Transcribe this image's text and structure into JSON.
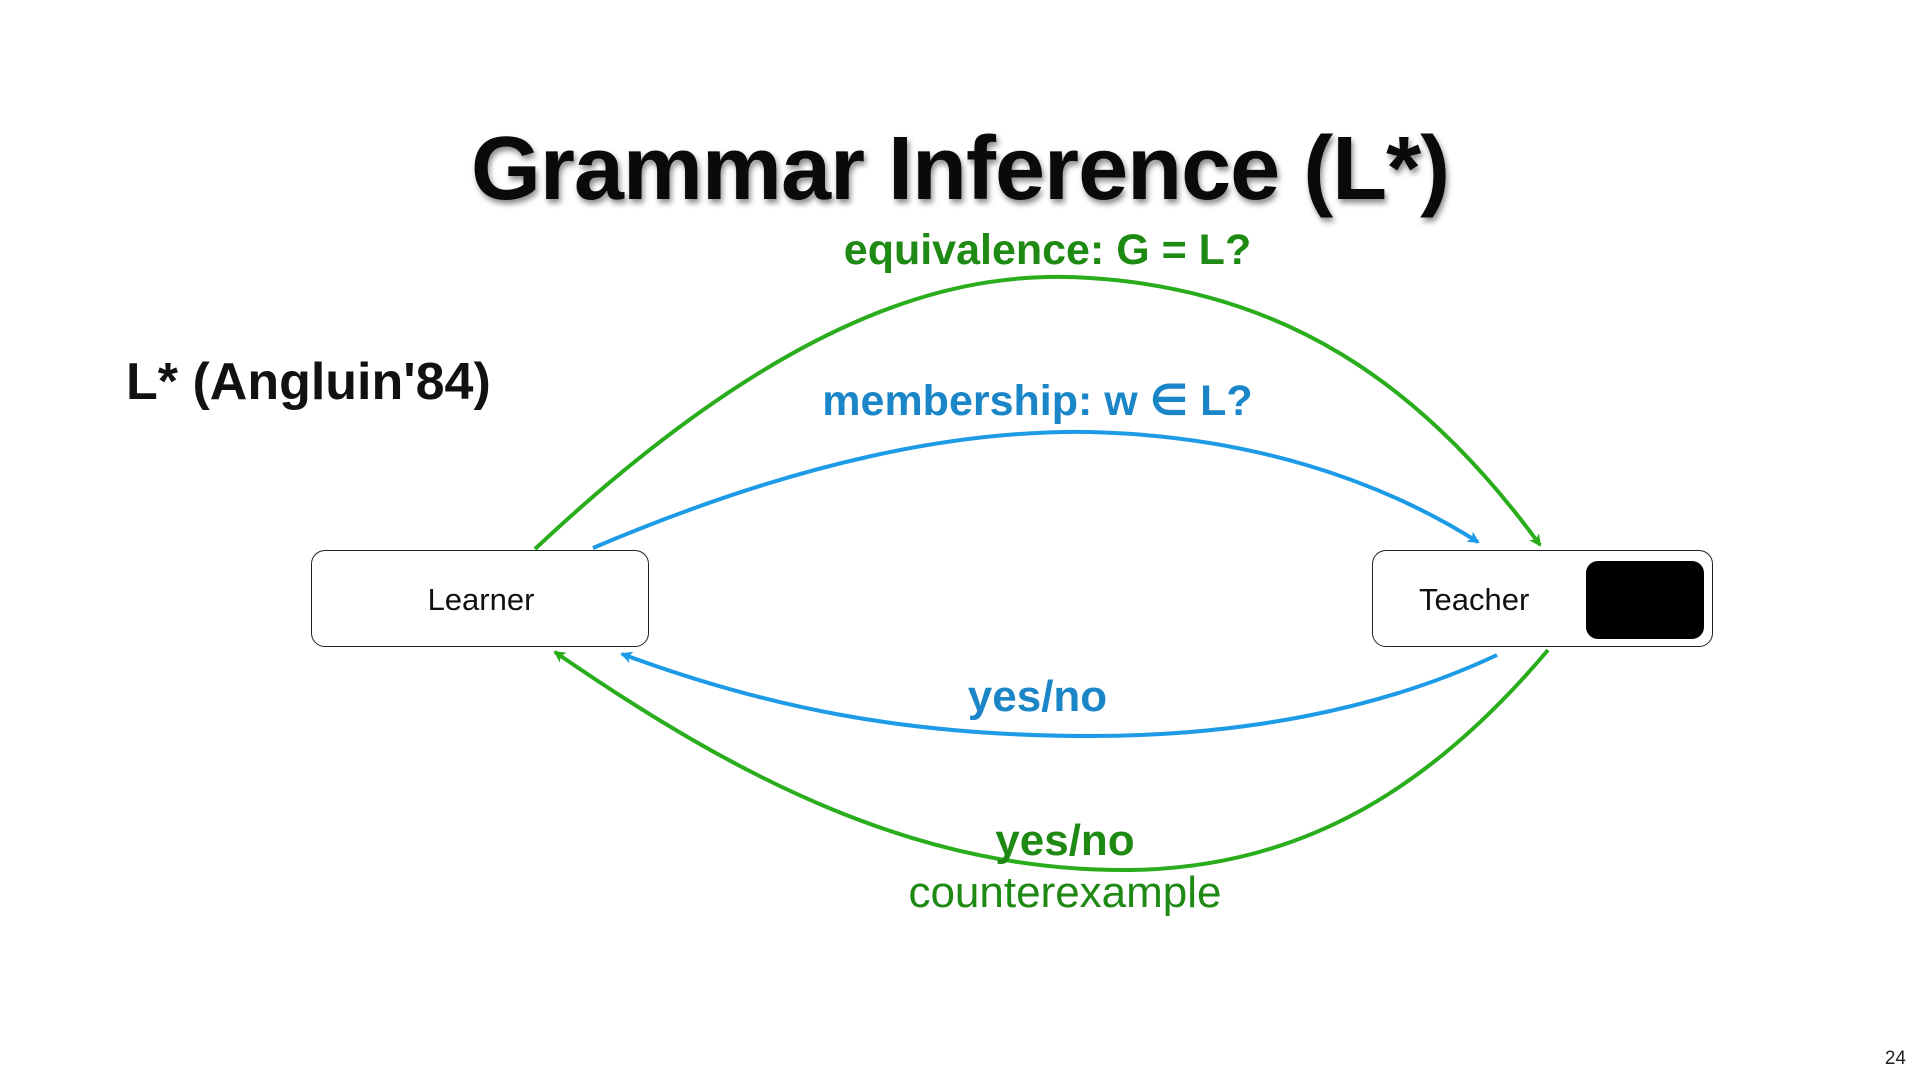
{
  "slide": {
    "title": "Grammar Inference (L*)",
    "subtitle": "L* (Angluin'84)",
    "page_number": "24"
  },
  "nodes": {
    "learner": {
      "label": "Learner"
    },
    "teacher": {
      "label": "Teacher"
    }
  },
  "edges": {
    "equivalence": {
      "label": "equivalence: G = L?",
      "color": "#2aad1c"
    },
    "membership": {
      "label": "membership: w ∈ L?",
      "color": "#1d9be6"
    },
    "membership_answer": {
      "label": "yes/no",
      "color": "#1d9be6"
    },
    "equivalence_answer": {
      "label": "yes/no",
      "sublabel": "counterexample",
      "color": "#2aad1c"
    }
  },
  "colors": {
    "green_text": "#1e8a13",
    "blue_text": "#1a86c8"
  }
}
